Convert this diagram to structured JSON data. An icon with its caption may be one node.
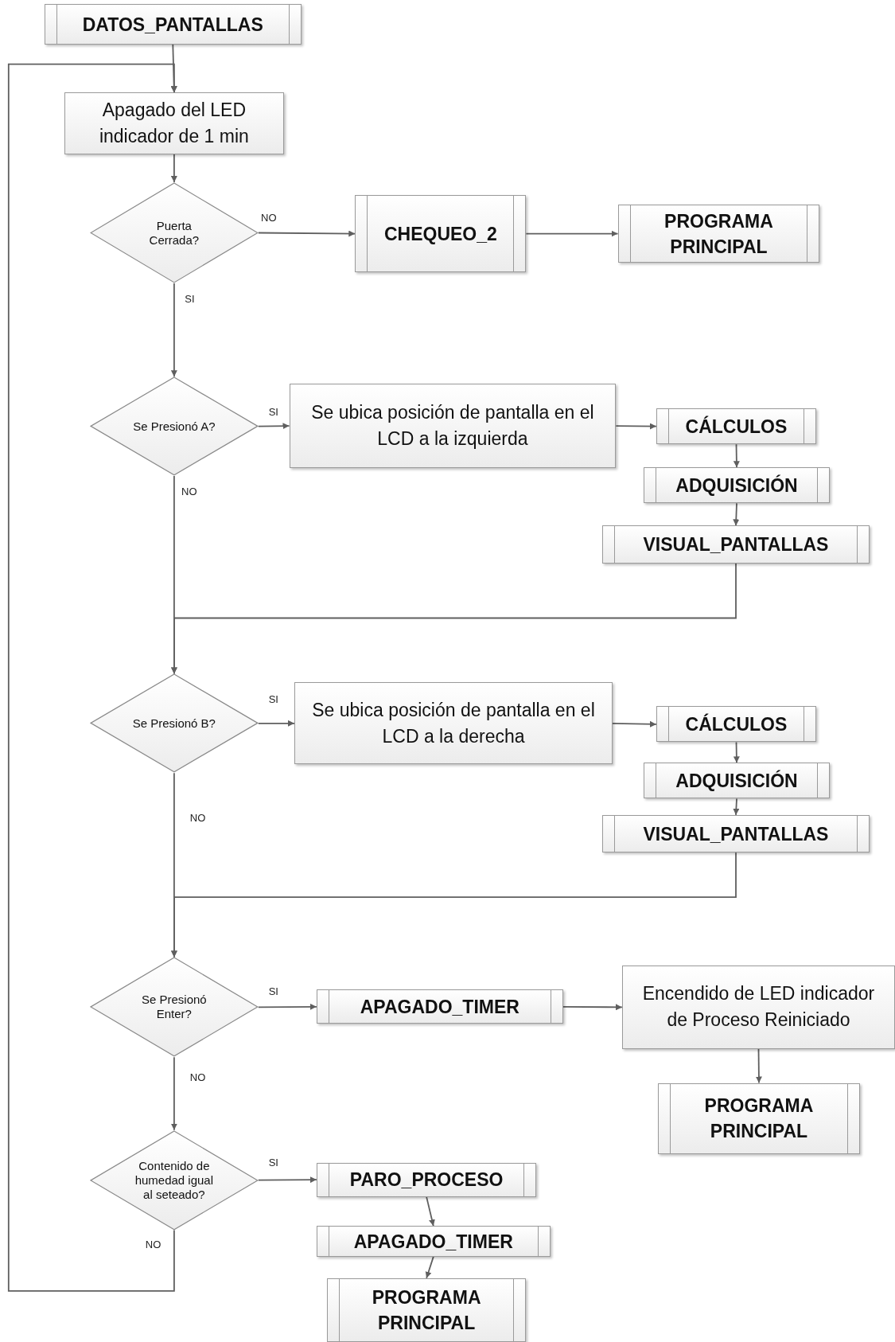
{
  "diagram": {
    "nodes": [
      {
        "text": [
          "DATOS_PANTALLAS"
        ]
      },
      {
        "text": [
          "Apagado del LED indicador de 1 min"
        ]
      },
      {
        "text": [
          "Puerta Cerrada?"
        ]
      },
      {
        "text": [
          "CHEQUEO_2"
        ]
      },
      {
        "text": [
          "PROGRAMA PRINCIPAL"
        ]
      },
      {
        "text": [
          "Se Presionó A?"
        ]
      },
      {
        "text": [
          "Se ubica posición de pantalla en el LCD a la izquierda"
        ]
      },
      {
        "text": [
          "CÁLCULOS"
        ]
      },
      {
        "text": [
          "ADQUISICIÓN"
        ]
      },
      {
        "text": [
          "VISUAL_PANTALLAS"
        ]
      },
      {
        "text": [
          "Se Presionó B?"
        ]
      },
      {
        "text": [
          "Se ubica posición de pantalla en el LCD a la derecha"
        ]
      },
      {
        "text": [
          "CÁLCULOS"
        ]
      },
      {
        "text": [
          "ADQUISICIÓN"
        ]
      },
      {
        "text": [
          "VISUAL_PANTALLAS"
        ]
      },
      {
        "text": [
          "Se Presionó Enter?"
        ]
      },
      {
        "text": [
          "APAGADO_TIMER"
        ]
      },
      {
        "text": [
          "Encendido de LED indicador de Proceso Reiniciado"
        ]
      },
      {
        "text": [
          "PROGRAMA PRINCIPAL"
        ]
      },
      {
        "text": [
          "Contenido de humedad igual al seteado?"
        ]
      },
      {
        "text": [
          "PARO_PROCESO"
        ]
      },
      {
        "text": [
          "APAGADO_TIMER"
        ]
      },
      {
        "text": [
          "PROGRAMA PRINCIPAL"
        ]
      }
    ],
    "edges": [
      {
        "from": 0,
        "to": 1,
        "arrow": "to"
      },
      {
        "from": 1,
        "to": 2,
        "arrow": "to"
      },
      {
        "from": 2,
        "to": 3,
        "arrow": "to",
        "label": "NO"
      },
      {
        "from": 3,
        "to": 4,
        "arrow": "to"
      },
      {
        "from": 2,
        "to": 5,
        "arrow": "to",
        "label": "SI"
      },
      {
        "from": 5,
        "to": 6,
        "arrow": "to",
        "label": "SI"
      },
      {
        "from": 6,
        "to": 7,
        "arrow": "to"
      },
      {
        "from": 7,
        "to": 8,
        "arrow": "to"
      },
      {
        "from": 8,
        "to": 9,
        "arrow": "to"
      },
      {
        "from": 5,
        "to": 10,
        "arrow": "to",
        "label": "NO"
      },
      {
        "from": 9,
        "to": 10,
        "arrow": "to"
      },
      {
        "from": 10,
        "to": 11,
        "arrow": "to",
        "label": "SI"
      },
      {
        "from": 11,
        "to": 12,
        "arrow": "to"
      },
      {
        "from": 12,
        "to": 13,
        "arrow": "to"
      },
      {
        "from": 13,
        "to": 14,
        "arrow": "to"
      },
      {
        "from": 10,
        "to": 15,
        "arrow": "to",
        "label": "NO"
      },
      {
        "from": 14,
        "to": 15,
        "arrow": "to"
      },
      {
        "from": 15,
        "to": 16,
        "arrow": "to",
        "label": "SI"
      },
      {
        "from": 16,
        "to": 17,
        "arrow": "to"
      },
      {
        "from": 17,
        "to": 18,
        "arrow": "to"
      },
      {
        "from": 15,
        "to": 19,
        "arrow": "to",
        "label": "NO"
      },
      {
        "from": 19,
        "to": 20,
        "arrow": "to",
        "label": "SI"
      },
      {
        "from": 20,
        "to": 21,
        "arrow": "to"
      },
      {
        "from": 21,
        "to": 22,
        "arrow": "to"
      },
      {
        "from": 19,
        "to": 1,
        "arrow": "to",
        "label": "NO"
      }
    ]
  }
}
